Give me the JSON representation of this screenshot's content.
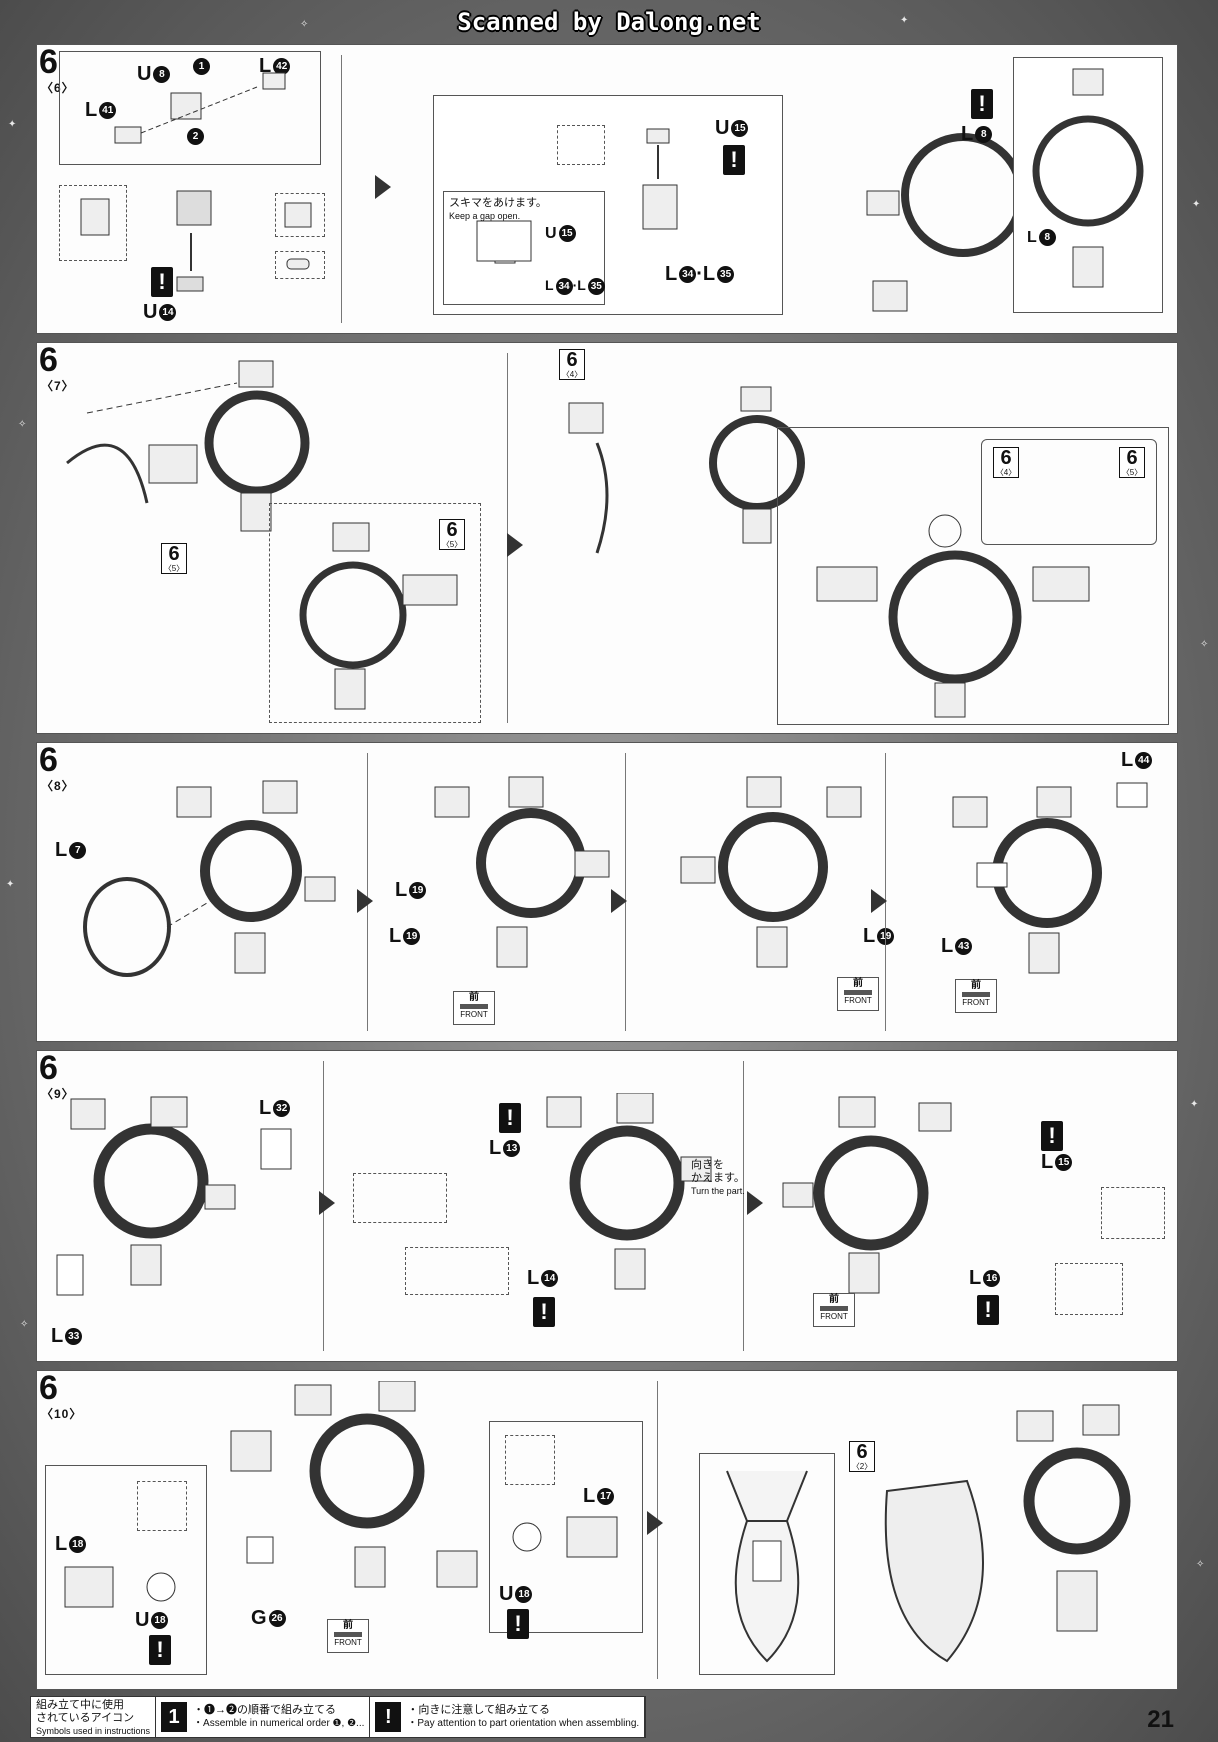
{
  "header": {
    "scan_credit": "Scanned by Dalong.net"
  },
  "steps": [
    {
      "number": "6",
      "sub": "〈6〉"
    },
    {
      "number": "6",
      "sub": "〈7〉"
    },
    {
      "number": "6",
      "sub": "〈8〉"
    },
    {
      "number": "6",
      "sub": "〈9〉"
    },
    {
      "number": "6",
      "sub": "〈10〉"
    }
  ],
  "step6_6": {
    "labels": {
      "u8": "U",
      "u8n": "8",
      "l41": "L",
      "l41n": "41",
      "l42": "L",
      "l42n": "42",
      "order1": "1",
      "order2": "2",
      "u14": "U",
      "u14n": "14",
      "u15": "U",
      "u15n": "15",
      "u15b": "U",
      "u15bn": "15",
      "l34": "L",
      "l34n": "34",
      "l35n": "35",
      "l8a": "L",
      "l8an": "8",
      "l8b": "L",
      "l8bn": "8",
      "combo_sep": "·"
    },
    "gap_note_jp": "スキマをあけます。",
    "gap_note_en": "Keep a gap open.",
    "gap_u15": "U",
    "gap_u15n": "15",
    "gap_l34": "L",
    "gap_l34n": "34",
    "gap_l35n": "35"
  },
  "step6_7": {
    "ref_a": {
      "n": "6",
      "s": "〈5〉"
    },
    "ref_b": {
      "n": "6",
      "s": "〈5〉"
    },
    "ref_c": {
      "n": "6",
      "s": "〈4〉"
    },
    "ref_d": {
      "n": "6",
      "s": "〈4〉"
    },
    "ref_e": {
      "n": "6",
      "s": "〈5〉"
    }
  },
  "step6_8": {
    "l7": "L",
    "l7n": "7",
    "l19a": "L",
    "l19an": "19",
    "l19b": "L",
    "l19bn": "19",
    "l19c": "L",
    "l19cn": "19",
    "l44": "L",
    "l44n": "44",
    "l43": "L",
    "l43n": "43"
  },
  "step6_9": {
    "l32": "L",
    "l32n": "32",
    "l33": "L",
    "l33n": "33",
    "l13": "L",
    "l13n": "13",
    "l14": "L",
    "l14n": "14",
    "l15": "L",
    "l15n": "15",
    "l16": "L",
    "l16n": "16",
    "turn_jp_1": "向きを",
    "turn_jp_2": "かえます。",
    "turn_en": "Turn the part."
  },
  "step6_10": {
    "l18": "L",
    "l18n": "18",
    "u18a": "U",
    "u18an": "18",
    "g26": "G",
    "g26n": "26",
    "l17": "L",
    "l17n": "17",
    "u18b": "U",
    "u18bn": "18",
    "ref": {
      "n": "6",
      "s": "〈2〉"
    }
  },
  "front": {
    "kanji": "前",
    "en": "FRONT"
  },
  "warn_mark": "!",
  "footer": {
    "symbols_jp_1": "組み立て中に使用",
    "symbols_jp_2": "されているアイコン",
    "symbols_en": "Symbols used in instructions",
    "order_icon": "1",
    "order_jp": "・❶→❷の順番で組み立てる",
    "order_en": "・Assemble in numerical order ❶, ❷...",
    "attention_icon": "!",
    "attention_jp": "・向きに注意して組み立てる",
    "attention_en": "・Pay attention to part orientation when assembling."
  },
  "page_number": "21"
}
